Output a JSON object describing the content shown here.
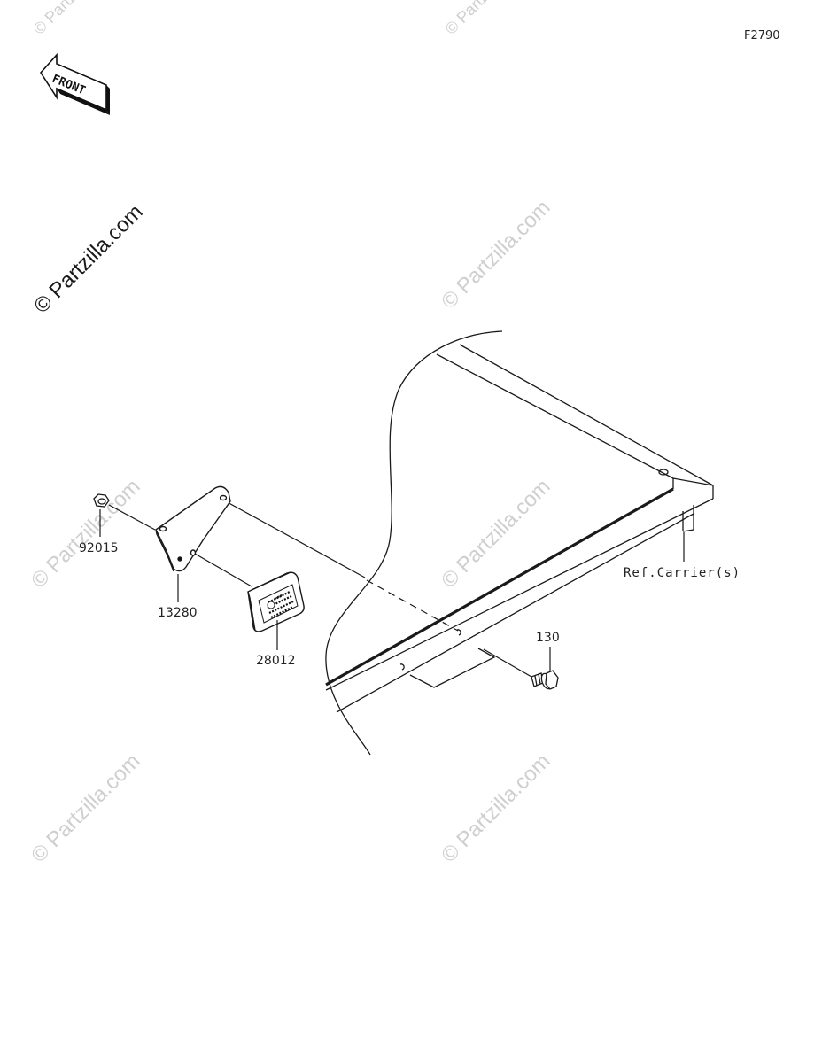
{
  "figure_id": "F2790",
  "front_label": "FRONT",
  "watermark_main": "© Partzilla.com",
  "watermark_faint": "© Partzilla.com",
  "reference_label": "Ref.Carrier(s)",
  "parts": [
    {
      "number": "92015",
      "name_icon": "flange-nut"
    },
    {
      "number": "13280",
      "name_icon": "reflector-bracket-plate"
    },
    {
      "number": "28012",
      "name_icon": "reflector"
    },
    {
      "number": "130",
      "name_icon": "flange-bolt"
    }
  ],
  "colors": {
    "line": "#1a1a1a",
    "watermark": "#cfcfcf",
    "background": "#ffffff"
  }
}
